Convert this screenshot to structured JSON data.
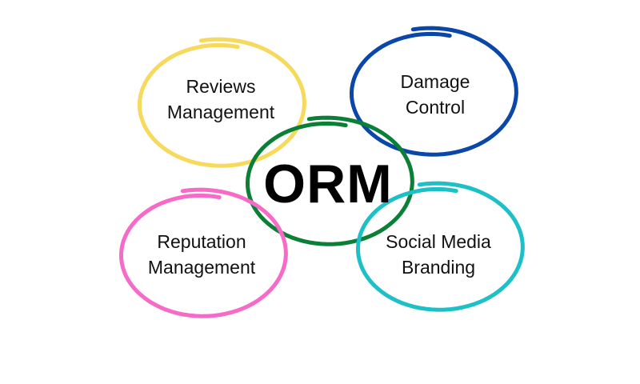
{
  "center": {
    "label": "ORM",
    "color": "#0a7f35"
  },
  "nodes": [
    {
      "line1": "Reviews",
      "line2": "Management",
      "color": "#f7d95c"
    },
    {
      "line1": "Damage",
      "line2": "Control",
      "color": "#0a47a8"
    },
    {
      "line1": "Reputation",
      "line2": "Management",
      "color": "#f76bc8"
    },
    {
      "line1": "Social Media",
      "line2": "Branding",
      "color": "#1ec0c8"
    }
  ]
}
